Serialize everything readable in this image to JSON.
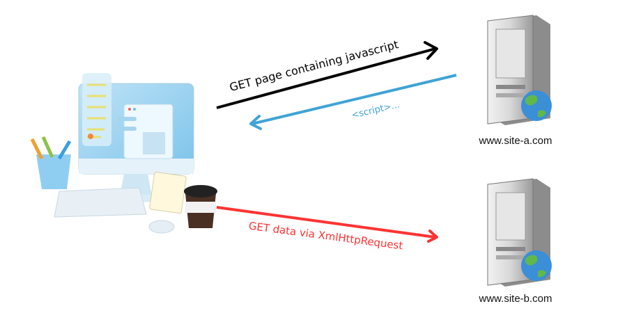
{
  "arrows": {
    "request_page": {
      "label": "GET page containing javascript",
      "color": "#000000"
    },
    "response_script": {
      "label": "<script>...",
      "color": "#3fa3d6"
    },
    "request_data": {
      "label": "GET data via XmlHttpRequest",
      "color": "#ff3333"
    }
  },
  "servers": [
    {
      "name": "www.site-a.com",
      "icon": "server-globe-icon"
    },
    {
      "name": "www.site-b.com",
      "icon": "server-globe-icon"
    }
  ],
  "client": {
    "icon": "desktop-computer-icon"
  }
}
